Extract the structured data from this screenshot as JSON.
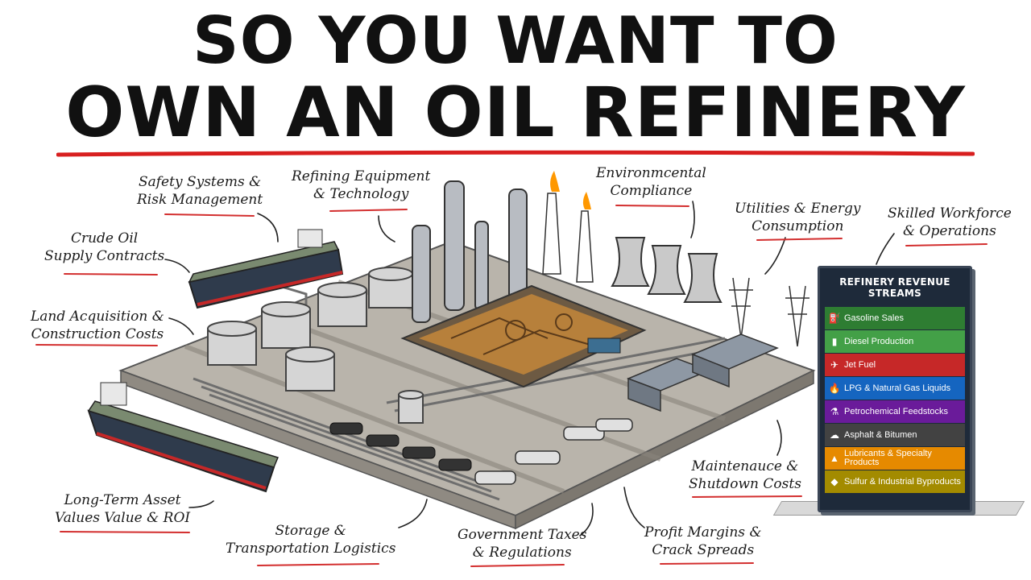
{
  "title": {
    "line1": "SO YOU WANT TO",
    "line2": "OWN AN OIL REFINERY",
    "underline_color": "#d81f1f"
  },
  "labels": {
    "safety": [
      "Safety Systems &",
      "Risk Management"
    ],
    "refining": [
      "Refining Equipment",
      "& Technology"
    ],
    "environmental": [
      "Environmcental",
      "Compliance"
    ],
    "utilities": [
      "Utilities & Energy",
      "Consumption"
    ],
    "workforce": [
      "Skilled Workforce",
      "& Operations"
    ],
    "crude": [
      "Crude Oil",
      "Supply Contracts"
    ],
    "land": [
      "Land Acquisition &",
      "Construction Costs"
    ],
    "asset": [
      "Long-Term Asset",
      "Values Value & ROI"
    ],
    "storage": [
      "Storage &",
      "Transportation Logistics"
    ],
    "taxes": [
      "Government Taxes",
      "& Regulations"
    ],
    "profit": [
      "Profit Margins &",
      "Crack Spreads"
    ],
    "maintenance": [
      "Maintenauce &",
      "Shutdown Costs"
    ]
  },
  "revenue_board": {
    "title": "REFINERY REVENUE STREAMS",
    "items": [
      {
        "label": "Gasoline Sales",
        "icon": "fuel-pump-icon",
        "glyph": "⛽",
        "color": "#2e7d32"
      },
      {
        "label": "Diesel Production",
        "icon": "fuel-can-icon",
        "glyph": "▮",
        "color": "#43a047"
      },
      {
        "label": "Jet Fuel",
        "icon": "airplane-icon",
        "glyph": "✈",
        "color": "#c62828"
      },
      {
        "label": "LPG & Natural Gas Liquids",
        "icon": "flame-icon",
        "glyph": "🔥",
        "color": "#1565c0"
      },
      {
        "label": "Petrochemical Feedstocks",
        "icon": "flask-icon",
        "glyph": "⚗",
        "color": "#6a1b9a"
      },
      {
        "label": "Asphalt & Bitumen",
        "icon": "asphalt-icon",
        "glyph": "☁",
        "color": "#424242"
      },
      {
        "label": "Lubricants & Specialty Products",
        "icon": "oil-bottle-icon",
        "glyph": "▲",
        "color": "#e68a00"
      },
      {
        "label": "Sulfur & Industrial Byproducts",
        "icon": "sulfur-icon",
        "glyph": "◆",
        "color": "#a38b00"
      }
    ]
  }
}
